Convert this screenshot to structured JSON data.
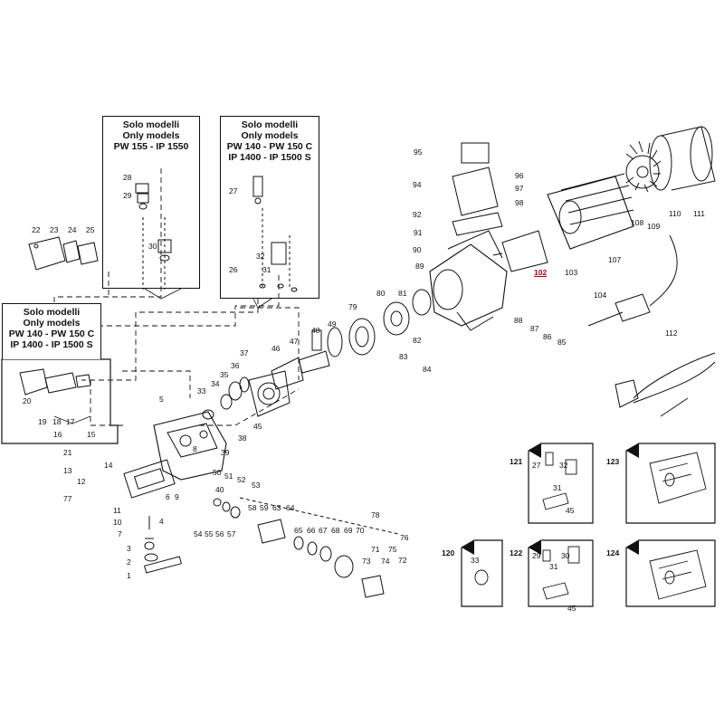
{
  "callouts": [
    {
      "id": "solo-a",
      "lines": [
        "Solo modelli",
        "Only models",
        "PW 155 - IP 1550"
      ]
    },
    {
      "id": "solo-b",
      "lines": [
        "Solo modelli",
        "Only models",
        "PW 140 - PW 150 C",
        "IP 1400 - IP 1500 S"
      ]
    },
    {
      "id": "solo-c",
      "lines": [
        "Solo modelli",
        "Only models",
        "PW 140 - PW 150 C",
        "IP 1400 - IP 1500 S"
      ]
    }
  ],
  "highlight_part": "102",
  "part_numbers": [
    "1",
    "2",
    "3",
    "4",
    "5",
    "6",
    "7",
    "8",
    "9",
    "10",
    "11",
    "12",
    "13",
    "14",
    "15",
    "16",
    "17",
    "18",
    "19",
    "20",
    "21",
    "22",
    "23",
    "24",
    "25",
    "26",
    "27",
    "28",
    "29",
    "30",
    "31",
    "32",
    "33",
    "34",
    "35",
    "36",
    "37",
    "38",
    "39",
    "40",
    "45",
    "46",
    "47",
    "48",
    "49",
    "50",
    "51",
    "52",
    "53",
    "54",
    "55",
    "56",
    "57",
    "58",
    "59",
    "63",
    "64",
    "65",
    "66",
    "67",
    "68",
    "69",
    "70",
    "71",
    "72",
    "73",
    "74",
    "75",
    "76",
    "77",
    "78",
    "79",
    "80",
    "81",
    "82",
    "83",
    "84",
    "85",
    "86",
    "87",
    "88",
    "89",
    "90",
    "91",
    "92",
    "94",
    "95",
    "96",
    "97",
    "98",
    "102",
    "103",
    "104",
    "107",
    "108",
    "109",
    "110",
    "111",
    "112"
  ],
  "kits": [
    {
      "id": "120",
      "parts": [
        "33"
      ]
    },
    {
      "id": "121",
      "parts": [
        "27",
        "31",
        "32",
        "45"
      ]
    },
    {
      "id": "122",
      "parts": [
        "29",
        "30",
        "31",
        "45"
      ]
    },
    {
      "id": "123",
      "parts": []
    },
    {
      "id": "124",
      "parts": []
    }
  ]
}
